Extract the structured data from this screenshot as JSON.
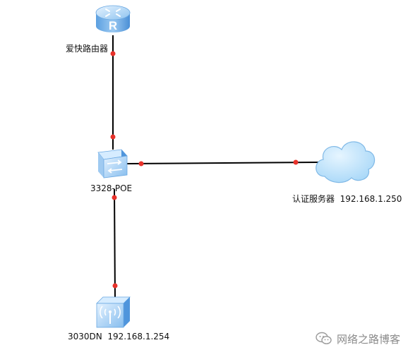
{
  "nodes": {
    "router": {
      "label": "爱快路由器",
      "icon": "router-icon"
    },
    "switch": {
      "label": "3328-POE",
      "icon": "switch-icon"
    },
    "server": {
      "label": "认证服务器  192.168.1.250",
      "icon": "cloud-icon"
    },
    "ap": {
      "label": "3030DN  192.168.1.254",
      "icon": "wireless-ap-icon"
    }
  },
  "watermark": {
    "text": "网络之路博客",
    "icon": "wechat-icon"
  },
  "colors": {
    "device_light": "#c9e4fb",
    "device_mid": "#7db8ec",
    "device_dark": "#3e7fc9",
    "cloud_fill": "#bfe3fb",
    "cloud_stroke": "#7fb8e6",
    "link": "#000000",
    "port_dot": "#e8322b"
  }
}
